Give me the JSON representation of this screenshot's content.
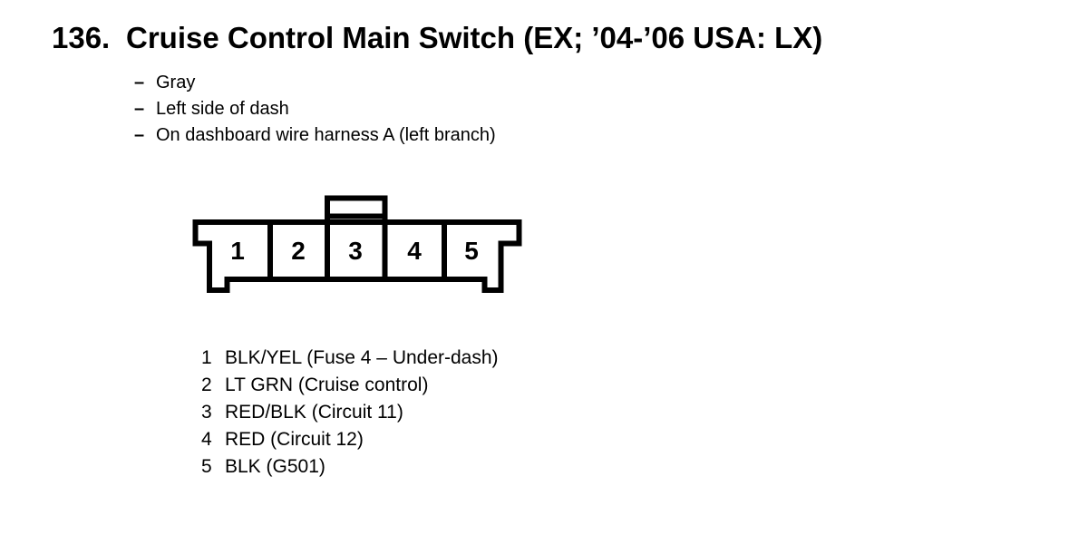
{
  "colors": {
    "ink": "#000000",
    "paper": "#ffffff"
  },
  "header": {
    "number": "136.",
    "title": "Cruise Control Main Switch (EX; ’04-’06 USA: LX)"
  },
  "notes": {
    "bullet": "–",
    "items": [
      "Gray",
      "Left side of dash",
      "On dashboard wire harness A (left branch)"
    ]
  },
  "connector": {
    "cavities": [
      "1",
      "2",
      "3",
      "4",
      "5"
    ]
  },
  "pins": [
    {
      "number": "1",
      "description": "BLK/YEL (Fuse 4 – Under-dash)"
    },
    {
      "number": "2",
      "description": "LT GRN (Cruise control)"
    },
    {
      "number": "3",
      "description": "RED/BLK (Circuit 11)"
    },
    {
      "number": "4",
      "description": "RED (Circuit 12)"
    },
    {
      "number": "5",
      "description": "BLK (G501)"
    }
  ]
}
